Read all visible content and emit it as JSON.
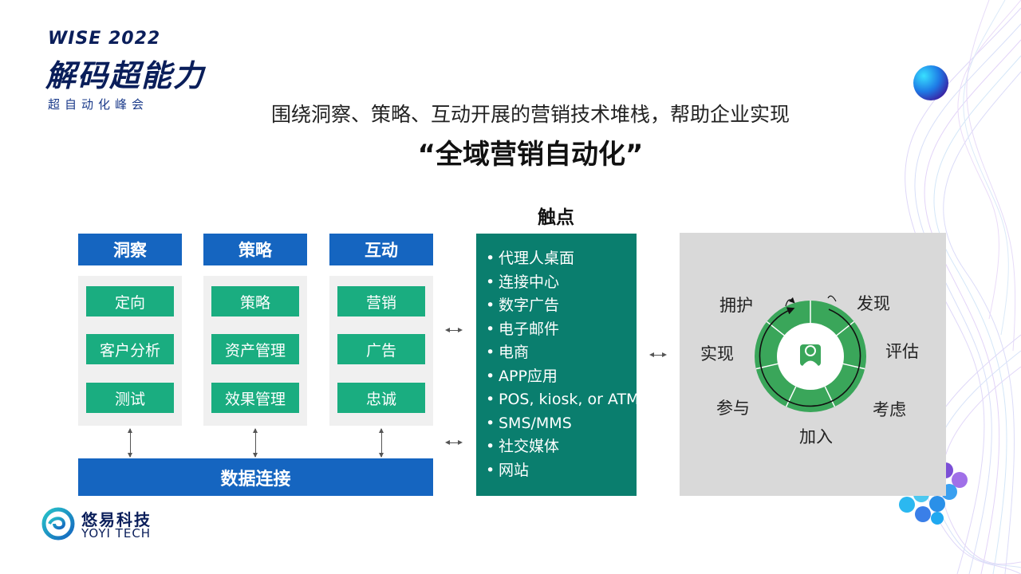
{
  "branding": {
    "event_title": "WISE 2022",
    "main_title": "解码超能力",
    "subtitle": "超自动化峰会"
  },
  "headline": {
    "line1": "围绕洞察、策略、互动开展的营销技术堆栈，帮助企业实现",
    "line2": "“全域营销自动化”"
  },
  "columns": [
    {
      "header": "洞察",
      "items": [
        "定向",
        "客户分析",
        "测试"
      ]
    },
    {
      "header": "策略",
      "items": [
        "策略",
        "资产管理",
        "效果管理"
      ]
    },
    {
      "header": "互动",
      "items": [
        "营销",
        "广告",
        "忠诚"
      ]
    }
  ],
  "data_connection": "数据连接",
  "touchpoints": {
    "title": "触点",
    "items": [
      "代理人桌面",
      "连接中心",
      "数字广告",
      "电子邮件",
      "电商",
      "APP应用",
      "POS, kiosk, or ATM",
      "SMS/MMS",
      "社交媒体",
      "网站"
    ]
  },
  "cycle": {
    "labels": {
      "discover": "发现",
      "evaluate": "评估",
      "consider": "考虑",
      "join": "加入",
      "engage": "参与",
      "realize": "实现",
      "advocate": "拥护"
    },
    "colors": {
      "ring": "#3aa65a",
      "panel": "#d9d9d9",
      "center": "#3aa65a"
    }
  },
  "footer_logo": {
    "name_cn": "悠易科技",
    "name_en": "YOYI TECH"
  },
  "colors": {
    "header_blue": "#1565c0",
    "item_green": "#1aad80",
    "touchpoint_teal": "#0a7e6e"
  }
}
